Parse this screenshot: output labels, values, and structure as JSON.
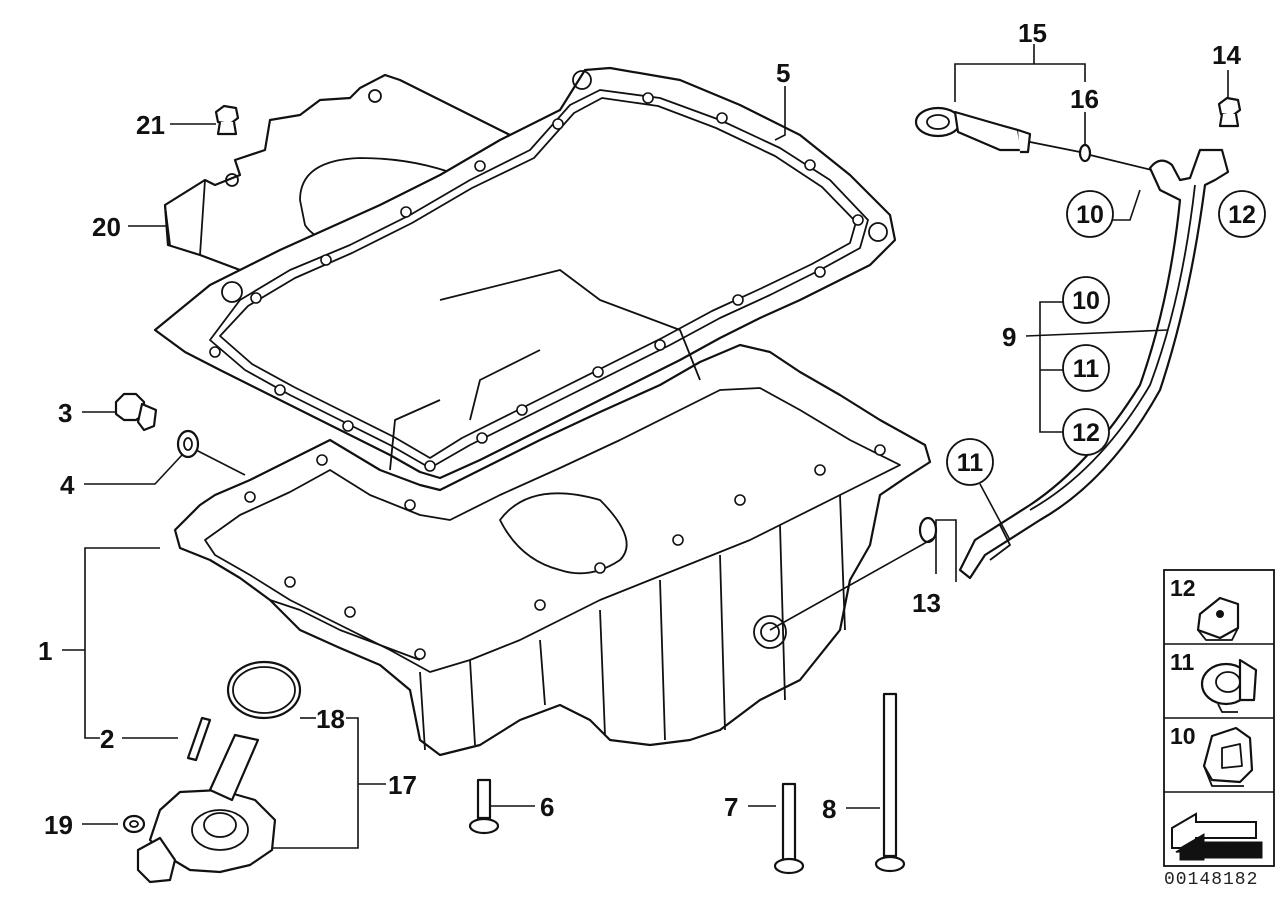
{
  "callouts": {
    "c1": "1",
    "c2": "2",
    "c3": "3",
    "c4": "4",
    "c5": "5",
    "c6": "6",
    "c7": "7",
    "c8": "8",
    "c9": "9",
    "c10a": "10",
    "c10b": "10",
    "c11a": "11",
    "c11b": "11",
    "c12a": "12",
    "c12b": "12",
    "c13": "13",
    "c14": "14",
    "c15": "15",
    "c16": "16",
    "c17": "17",
    "c18": "18",
    "c19": "19",
    "c20": "20",
    "c21": "21"
  },
  "legend": {
    "items": [
      {
        "label": "12",
        "icon": "clip-nut-icon"
      },
      {
        "label": "11",
        "icon": "grommet-clip-icon"
      },
      {
        "label": "10",
        "icon": "bracket-clip-icon"
      }
    ],
    "nav_icon": "arrow-next-icon"
  },
  "reference_number": "00148182"
}
